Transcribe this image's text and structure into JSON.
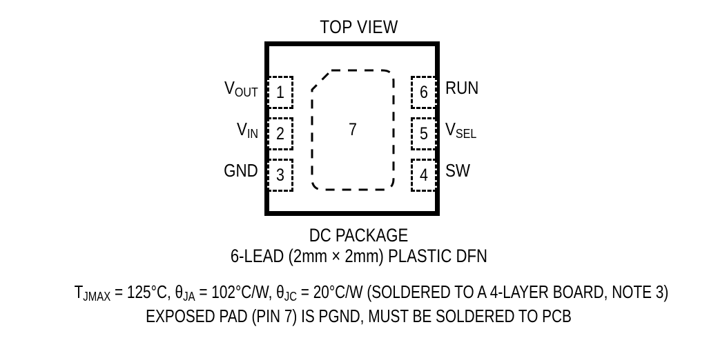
{
  "diagram": {
    "title": "TOP VIEW",
    "package_outline": {
      "shape": "square",
      "exposed_pad": {
        "number": "7",
        "shape": "rounded-rectangle-dashed",
        "pin1_corner": "chamfered-top-left"
      }
    },
    "pins": {
      "left": [
        {
          "number": "1",
          "name_main": "V",
          "name_sub": "OUT"
        },
        {
          "number": "2",
          "name_main": "V",
          "name_sub": "IN"
        },
        {
          "number": "3",
          "name_main": "GND",
          "name_sub": ""
        }
      ],
      "right": [
        {
          "number": "6",
          "name_main": "RUN",
          "name_sub": ""
        },
        {
          "number": "5",
          "name_main": "V",
          "name_sub": "SEL"
        },
        {
          "number": "4",
          "name_main": "SW",
          "name_sub": ""
        }
      ]
    }
  },
  "captions": {
    "package_name": "DC PACKAGE",
    "lead_description": "6-LEAD (2mm × 2mm) PLASTIC DFN",
    "thermal": {
      "tjmax_symbol": "T",
      "tjmax_sub": "JMAX",
      "tjmax_value": " = 125°C, ",
      "theta_ja_symbol": "θ",
      "theta_ja_sub": "JA",
      "theta_ja_value": " = 102°C/W, ",
      "theta_jc_symbol": "θ",
      "theta_jc_sub": "JC",
      "theta_jc_value": " = 20°C/W (SOLDERED TO A 4-LAYER BOARD, NOTE 3)"
    },
    "exposed_pad_note": "EXPOSED PAD (PIN 7) IS PGND, MUST BE SOLDERED TO PCB"
  },
  "colors": {
    "ink": "#000000",
    "background": "#ffffff"
  }
}
